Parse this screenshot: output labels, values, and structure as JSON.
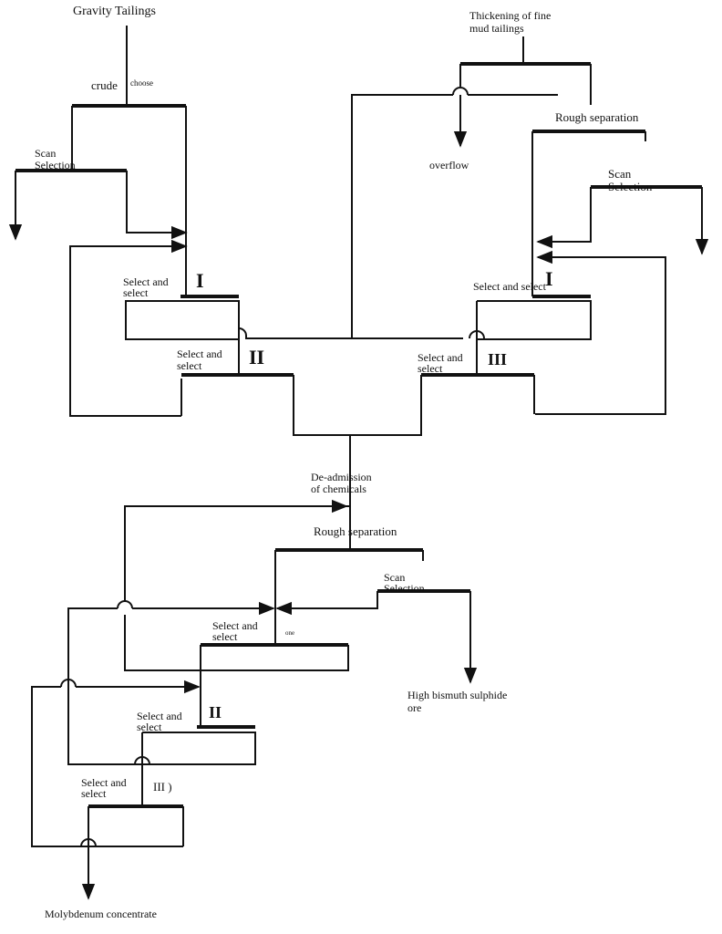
{
  "labels": {
    "gravity_tailings": "Gravity Tailings",
    "crude": "crude",
    "choose": "choose",
    "scan_selection_left_1": "Scan",
    "scan_selection_left_2": "Selection",
    "select_I_left_1": "Select and",
    "select_I_left_2": "select",
    "roman_I_left": "I",
    "select_II_left_1": "Select and",
    "select_II_left_2": "select",
    "roman_II_left": "II",
    "thickening_1": "Thickening of fine",
    "thickening_2": "mud tailings",
    "overflow": "overflow",
    "rough_separation_top": "Rough separation",
    "scan_selection_right_1": "Scan",
    "scan_selection_right_2": "Selection",
    "select_I_right": "Select and select",
    "roman_I_right": "I",
    "select_III_right_1": "Select and",
    "select_III_right_2": "select",
    "roman_III_right": "III",
    "de_admission_1": "De-admission",
    "de_admission_2": "of chemicals",
    "rough_separation_bottom": "Rough separation",
    "scan_selection_bottom_1": "Scan",
    "scan_selection_bottom_2": "Selection",
    "select_I_bottom_1": "Select and",
    "select_I_bottom_2": "select",
    "one_small": "one",
    "select_II_bottom_1": "Select and",
    "select_II_bottom_2": "select",
    "roman_II_bottom": "II",
    "select_III_bottom_1": "Select and",
    "select_III_bottom_2": "select",
    "roman_III_bottom": "III )",
    "high_bismuth_1": "High bismuth sulphide",
    "high_bismuth_2": "ore",
    "molybdenum": "Molybdenum concentrate"
  }
}
